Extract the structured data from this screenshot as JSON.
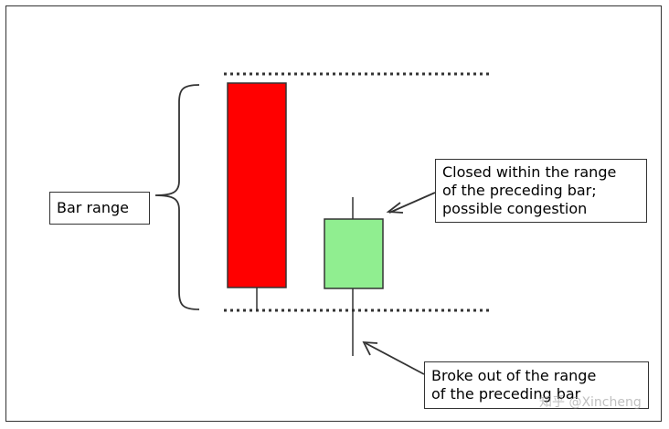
{
  "colors": {
    "outer_bar_body": "#ff0000",
    "inside_bar_body": "#90ee90",
    "outline": "#333333",
    "background": "#ffffff"
  },
  "labels": {
    "bar_range": "Bar range",
    "congestion_lines": [
      "Closed within the range",
      "of the preceding bar;",
      "possible congestion"
    ],
    "breakout_lines": [
      "Broke out of the range",
      "of the preceding bar"
    ]
  },
  "watermark": "知乎 @Xincheng"
}
